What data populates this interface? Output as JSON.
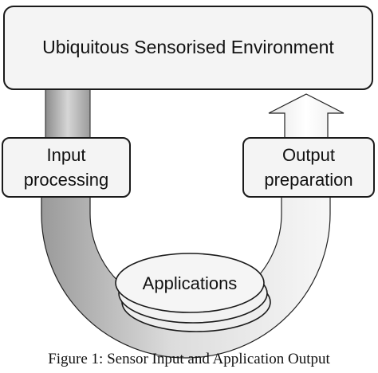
{
  "diagram": {
    "environment_label": "Ubiquitous Sensorised Environment",
    "input_box": {
      "line1": "Input",
      "line2": "processing"
    },
    "output_box": {
      "line1": "Output",
      "line2": "preparation"
    },
    "applications_label": "Applications",
    "colors": {
      "box_fill": "#f4f4f4",
      "box_stroke": "#1a1a1a",
      "arrow_dark": "#8a8a8a",
      "arrow_light": "#f2f2f2",
      "disc_fill": "#f2f2f2"
    }
  },
  "caption": "Figure 1: Sensor Input and Application Output"
}
